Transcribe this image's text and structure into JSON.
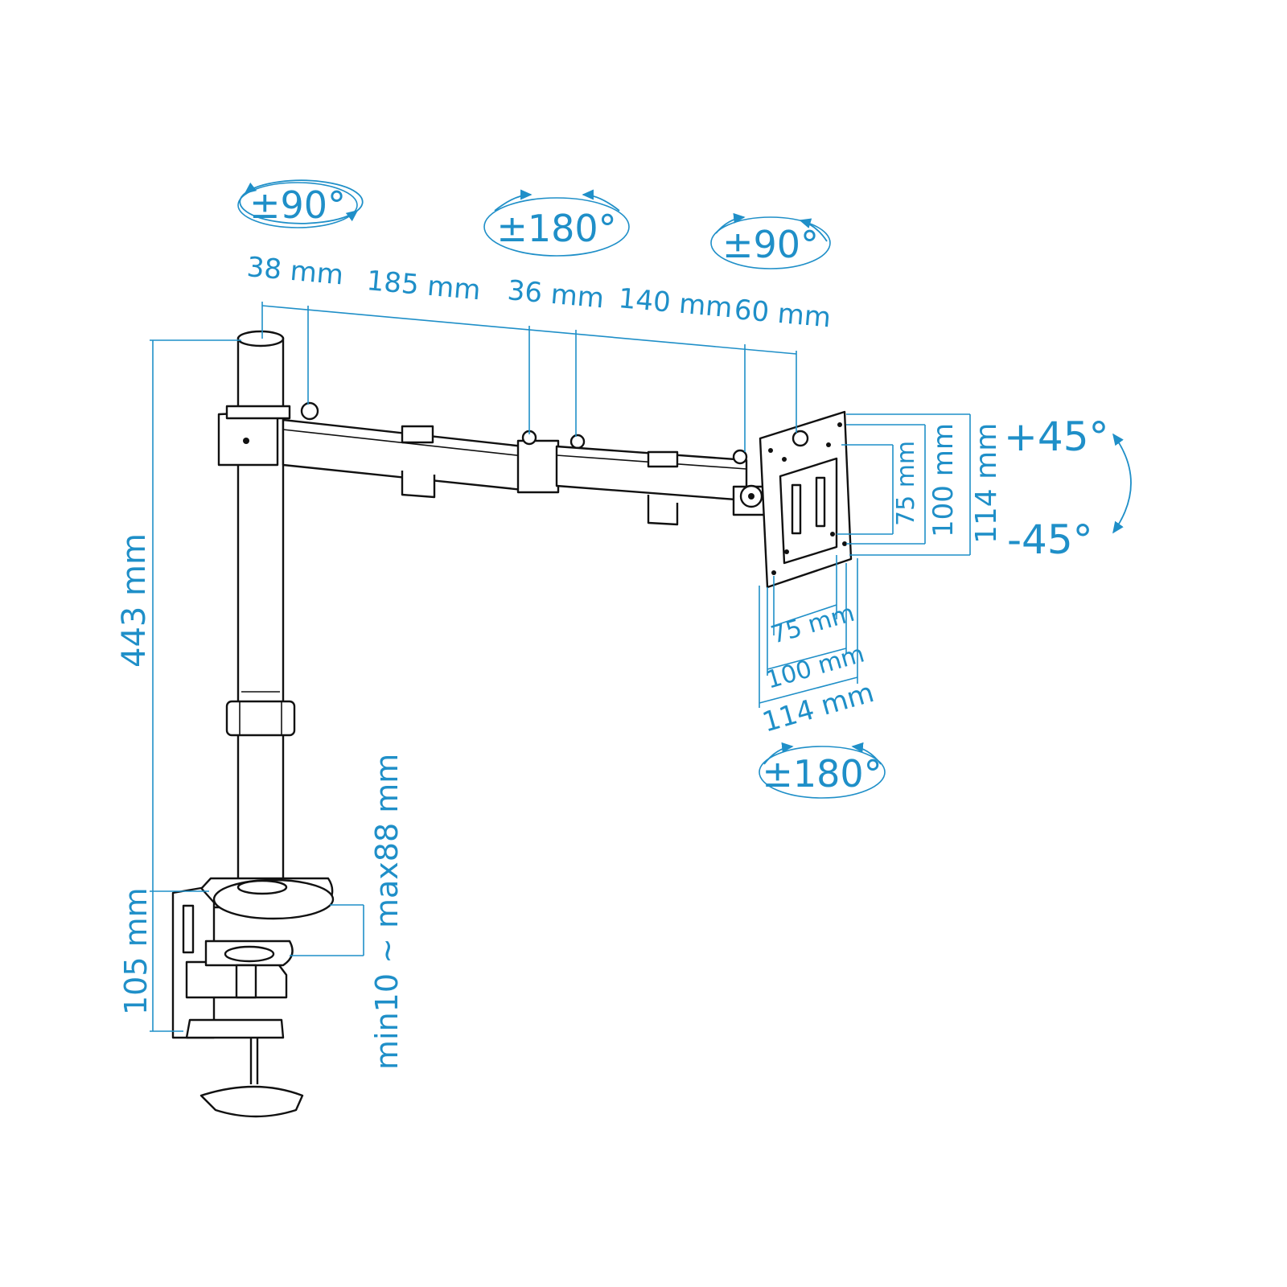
{
  "colors": {
    "accent": "#1f8fc8",
    "ink": "#111111",
    "background": "#ffffff"
  },
  "rotation": {
    "pole_top": "±90°",
    "arm_joint": "±180°",
    "head_swivel": "±90°",
    "screen_rotate": "±180°",
    "tilt_up": "+45°",
    "tilt_down": "-45°"
  },
  "dimensions": {
    "pole_width": "38 mm",
    "first_arm": "185 mm",
    "joint_width": "36 mm",
    "second_arm": "140 mm",
    "head_offset": "60 mm",
    "height": "443 mm",
    "clamp_height": "105 mm",
    "desk_thickness": "min10 ~ max88 mm",
    "vesa_v_75": "75 mm",
    "vesa_v_100": "100 mm",
    "vesa_v_114": "114 mm",
    "vesa_h_75": "75 mm",
    "vesa_h_100": "100 mm",
    "vesa_h_114": "114 mm"
  }
}
